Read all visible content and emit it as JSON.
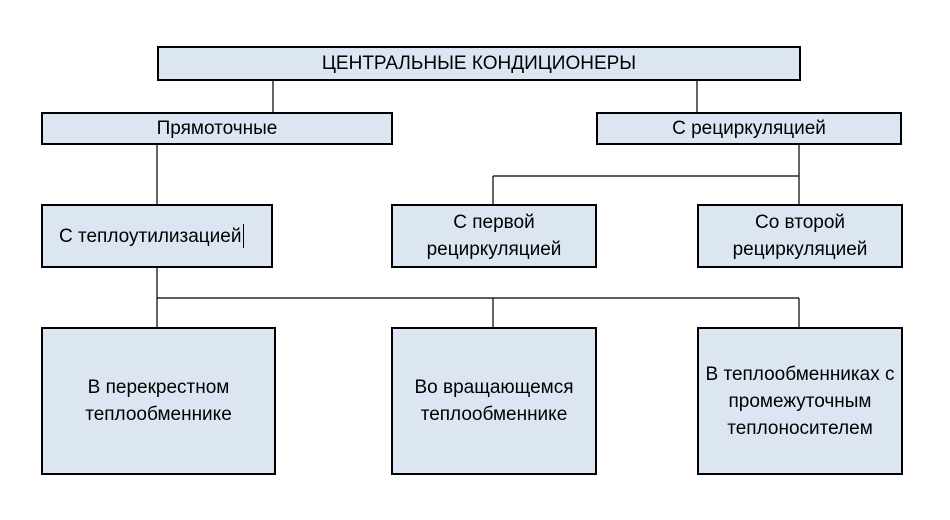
{
  "diagram": {
    "root": {
      "label": "ЦЕНТРАЛЬНЫЕ КОНДИЦИОНЕРЫ"
    },
    "level1": [
      {
        "label": "Прямоточные"
      },
      {
        "label": "С рециркуляцией"
      }
    ],
    "level2": [
      {
        "label": "С теплоутилизацией"
      },
      {
        "label": "С первой рециркуляцией"
      },
      {
        "label": "Со второй рециркуляцией"
      }
    ],
    "level3": [
      {
        "label": "В перекрестном теплообменнике"
      },
      {
        "label": "Во вращающемся теплообменнике"
      },
      {
        "label": "В теплообменниках с промежуточным теплоносителем"
      }
    ],
    "colors": {
      "box_fill": "#dce6f2",
      "box_border": "#000000",
      "connector": "#000000"
    }
  }
}
